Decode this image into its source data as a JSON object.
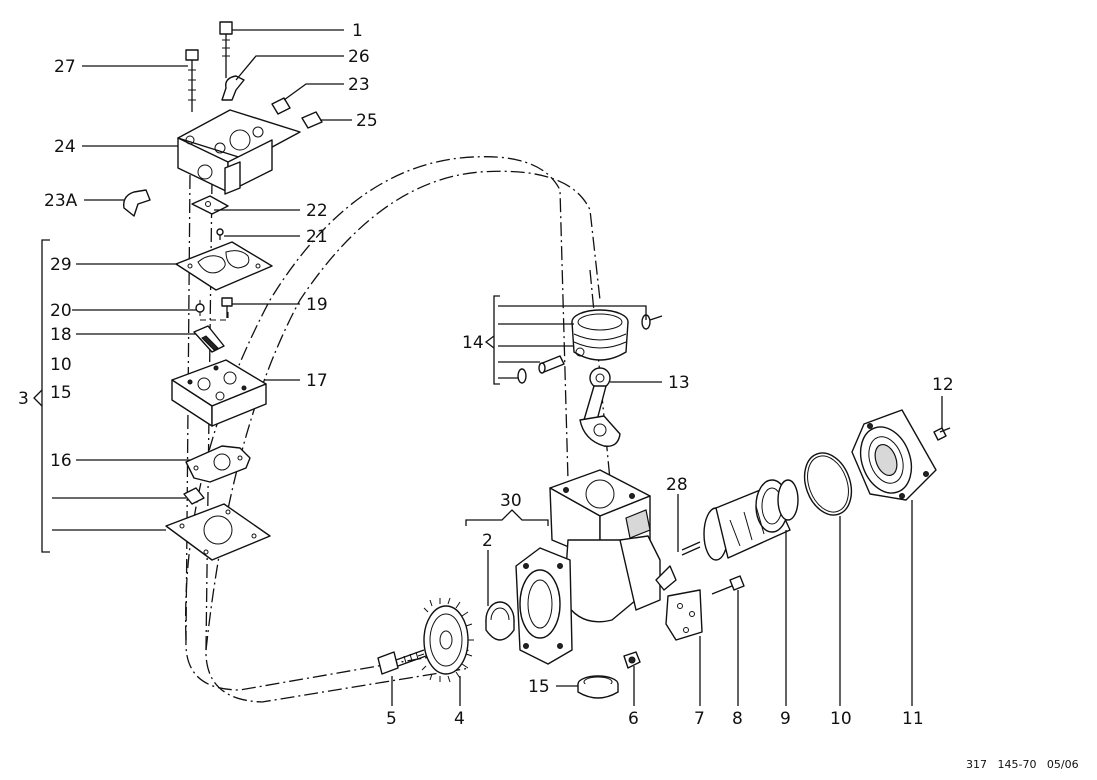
{
  "diagram": {
    "callouts": {
      "n1": "1",
      "n2": "2",
      "n3": "3",
      "n4": "4",
      "n5": "5",
      "n6": "6",
      "n7": "7",
      "n8": "8",
      "n9": "9",
      "n10_left": "10",
      "n10_bottom": "10",
      "n11": "11",
      "n12": "12",
      "n13": "13",
      "n14": "14",
      "n15_left": "15",
      "n15_bottom": "15",
      "n16": "16",
      "n17": "17",
      "n18": "18",
      "n19": "19",
      "n20": "20",
      "n21": "21",
      "n22": "22",
      "n23": "23",
      "n23a": "23A",
      "n24": "24",
      "n25": "25",
      "n26": "26",
      "n27": "27",
      "n28": "28",
      "n29": "29",
      "n30": "30"
    },
    "footer": "317   145-70   05/06"
  }
}
